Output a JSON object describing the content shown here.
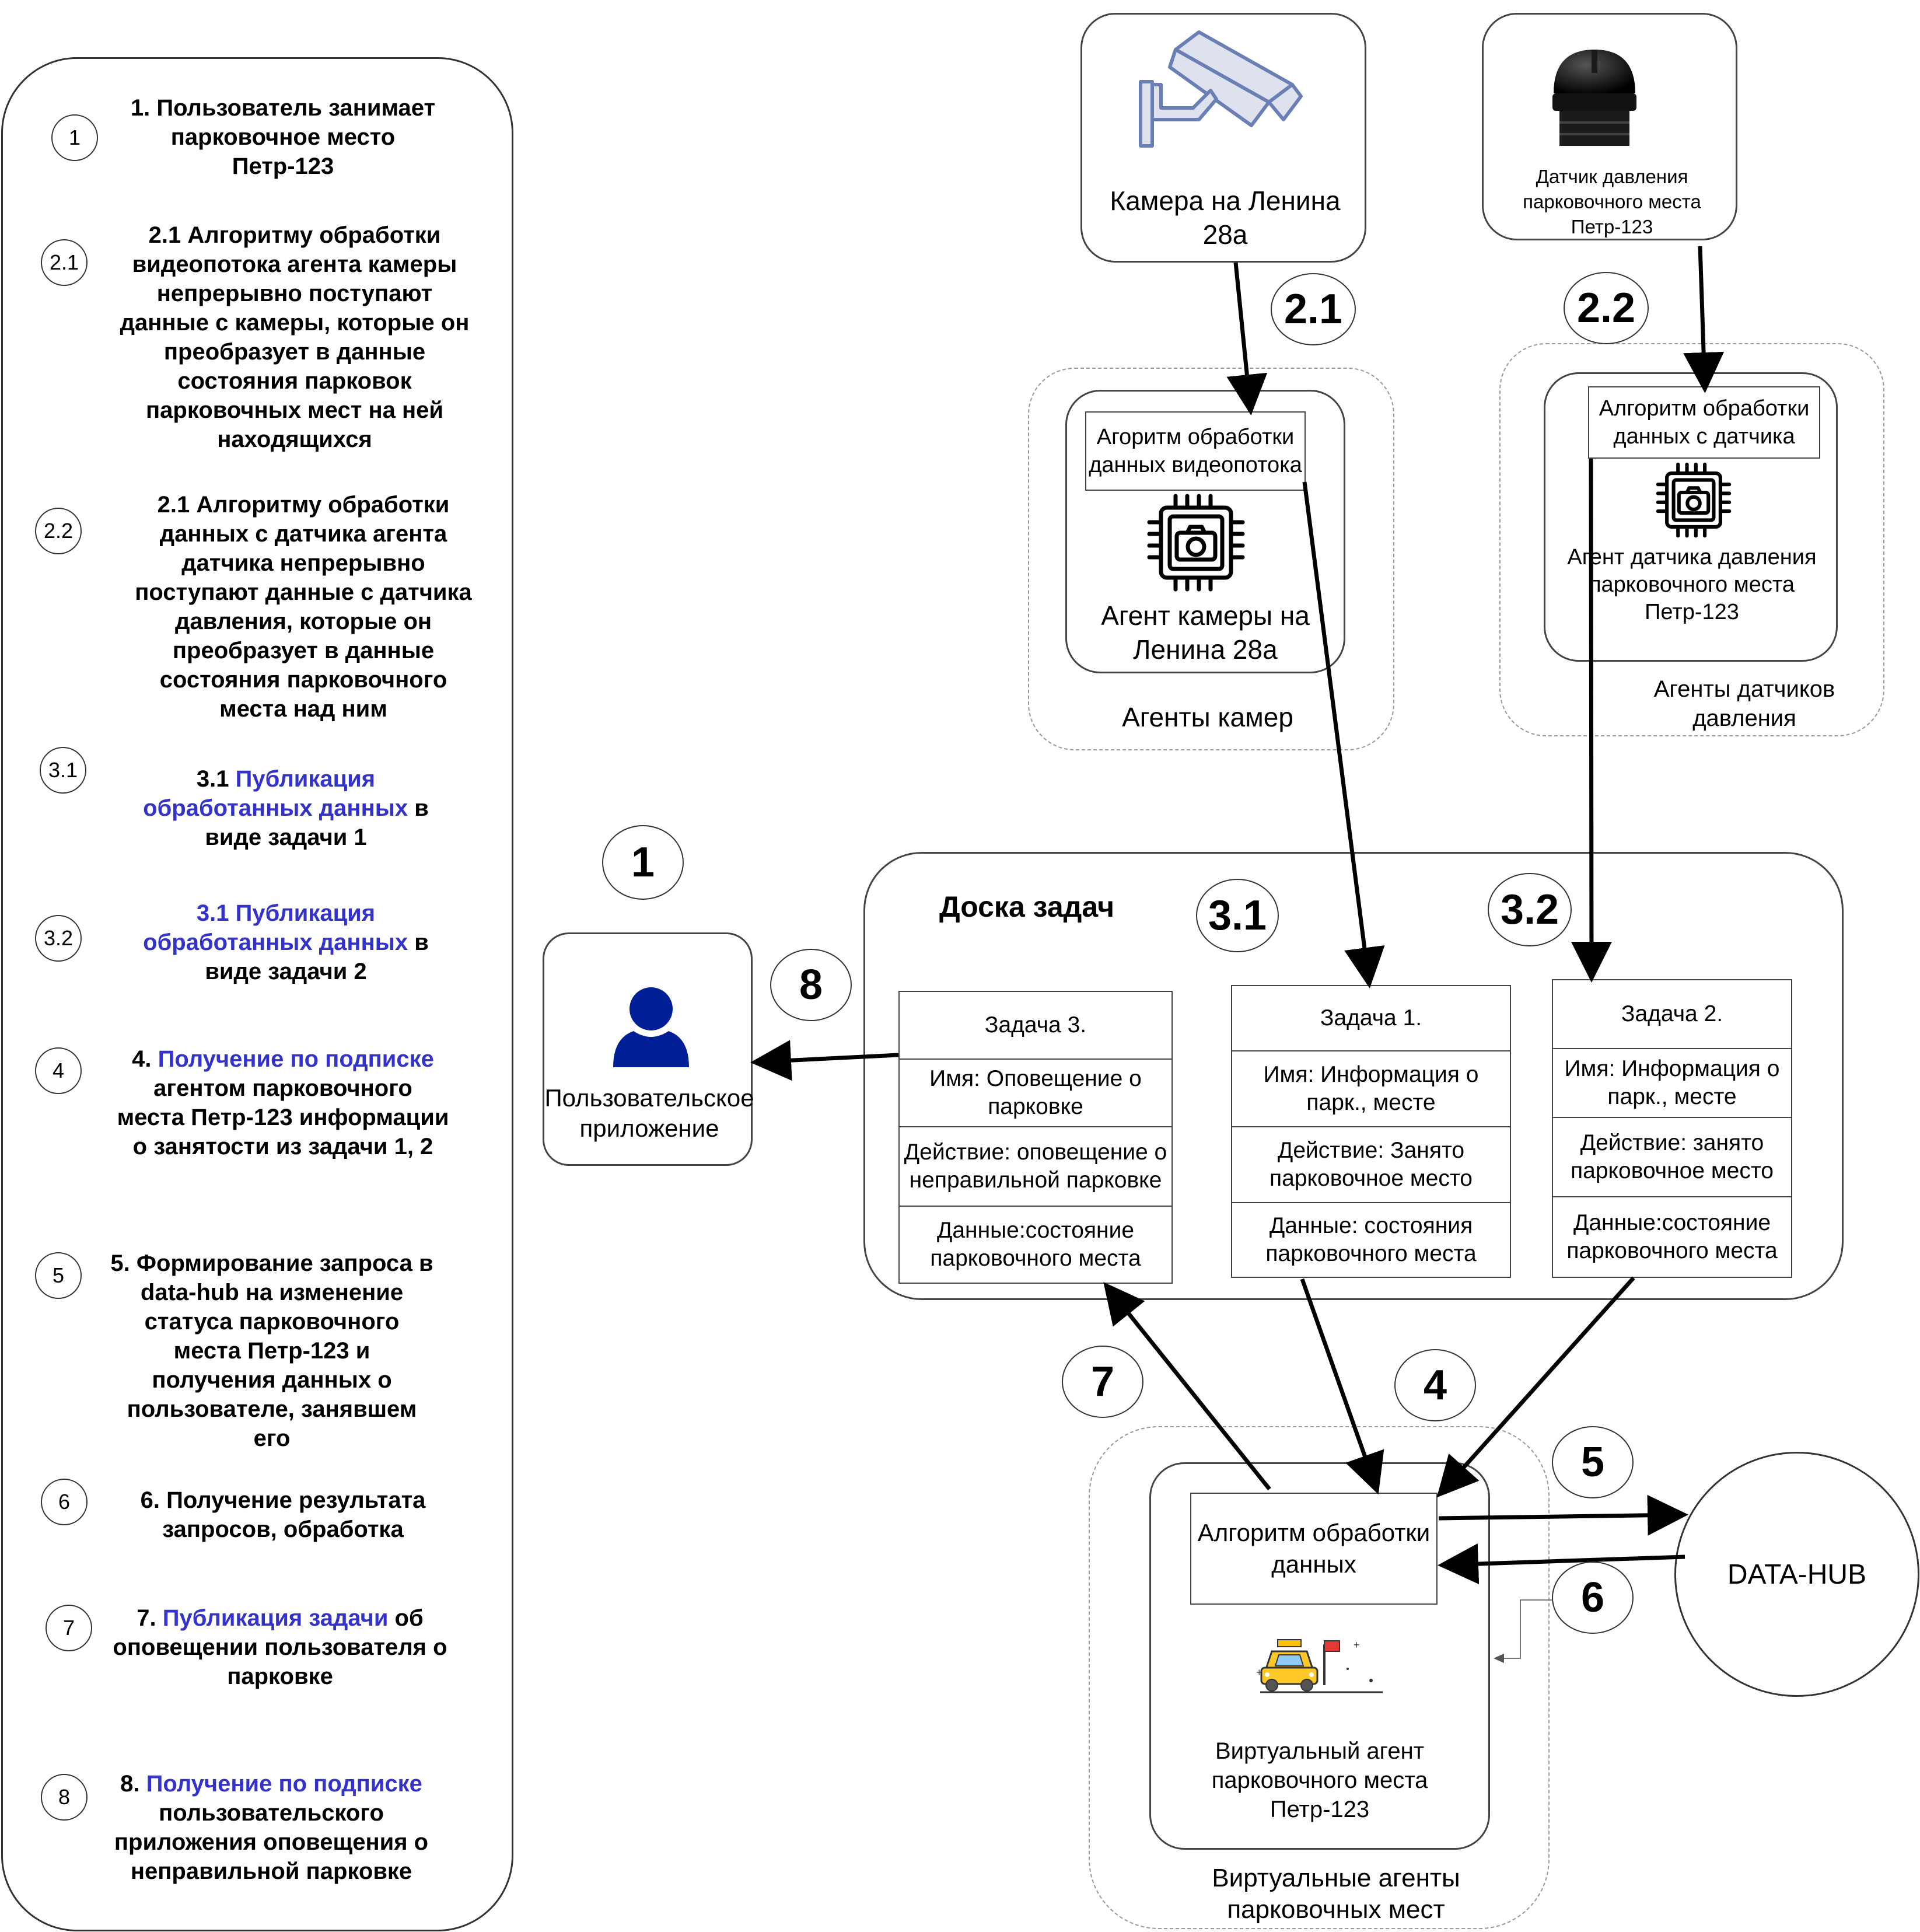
{
  "legend": {
    "items": [
      {
        "num": "1",
        "parts": [
          {
            "t": "1. Пользователь занимает парковочное место Петр-123",
            "b": false
          }
        ]
      },
      {
        "num": "2.1",
        "parts": [
          {
            "t": "2.1 Алгоритму обработки видеопотока агента камеры непрерывно поступают данные с камеры, которые он преобразует в данные состояния парковок парковочных мест на ней находящихся",
            "b": false
          }
        ]
      },
      {
        "num": "2.2",
        "parts": [
          {
            "t": "2.1 Алгоритму обработки данных с датчика агента датчика  непрерывно поступают данные с датчика давления, которые он преобразует в данные состояния парковочного места над ним",
            "b": false
          }
        ]
      },
      {
        "num": "3.1",
        "parts": [
          {
            "t": "3.1 ",
            "b": false
          },
          {
            "t": "Публикация обработанных данных",
            "b": true
          },
          {
            "t": " в виде задачи 1",
            "b": false
          }
        ]
      },
      {
        "num": "3.2",
        "parts": [
          {
            "t": "3.1 Публикация обработанных данных",
            "b": true
          },
          {
            "t": " в виде задачи 2",
            "b": false
          }
        ]
      },
      {
        "num": "4",
        "parts": [
          {
            "t": "4. ",
            "b": false
          },
          {
            "t": "Получение по подписке",
            "b": true
          },
          {
            "t": " агентом парковочного места Петр-123 информации о занятости из задачи 1, 2",
            "b": false
          }
        ]
      },
      {
        "num": "5",
        "parts": [
          {
            "t": "5. Формирование запроса в data-hub на изменение статуса парковочного места Петр-123 и получения данных о пользователе, занявшем его",
            "b": false
          }
        ]
      },
      {
        "num": "6",
        "parts": [
          {
            "t": "6. Получение результата запросов, обработка",
            "b": false
          }
        ]
      },
      {
        "num": "7",
        "parts": [
          {
            "t": "7. ",
            "b": false
          },
          {
            "t": "Публикация задачи",
            "b": true
          },
          {
            "t": " об оповещении пользователя о парковке",
            "b": false
          }
        ]
      },
      {
        "num": "8",
        "parts": [
          {
            "t": "8. ",
            "b": false
          },
          {
            "t": "Получение по подписке",
            "b": true
          },
          {
            "t": " пользовательского приложения оповещения о неправильной парковке",
            "b": false
          }
        ]
      }
    ]
  },
  "camera": {
    "label": "Камера на Ленина 28а",
    "icon": "cctv-camera-icon"
  },
  "sensor": {
    "label": "Датчик давления парковочного места Петр-123",
    "icon": "pressure-sensor-icon"
  },
  "camera_agents": {
    "group_label": "Агенты камер",
    "algo": "Агоритм обработки данных видеопотока",
    "agent": "Агент камеры на Ленина 28а",
    "icon": "camera-chip-icon"
  },
  "sensor_agents": {
    "group_label": "Агенты датчиков давления",
    "algo": "Алгоритм обработки данных с датчика",
    "agent": "Агент датчика давления парковочного места Петр-123",
    "icon": "camera-chip-icon"
  },
  "task_board": {
    "title": "Доска задач",
    "tasks": [
      {
        "title": "Задача 3.",
        "name": "Имя: Оповещение о парковке",
        "action": "Действие: оповещение о неправильной парковке",
        "data": "Данные:состояние парковочного места"
      },
      {
        "title": "Задача 1.",
        "name": "Имя: Информация о парк., месте",
        "action": "Действие: Занято парковочное место",
        "data": "Данные: состояния парковочного места"
      },
      {
        "title": "Задача 2.",
        "name": "Имя: Информация о парк., месте",
        "action": "Действие: занято парковочное место",
        "data": "Данные:состояние парковочного места"
      }
    ]
  },
  "user_app": {
    "label": "Пользовательское приложение",
    "icon": "user-icon"
  },
  "virtual_agents": {
    "group_label": "Виртуальные агенты парковочных мест",
    "algo": "Алгоритм обработки данных",
    "agent": "Виртуальный агент парковочного места Петр-123",
    "icon": "taxi-parking-icon"
  },
  "data_hub": {
    "label": "DATA-HUB"
  },
  "steps": {
    "s1": "1",
    "s21": "2.1",
    "s22": "2.2",
    "s31": "3.1",
    "s32": "3.2",
    "s4": "4",
    "s5": "5",
    "s6": "6",
    "s7": "7",
    "s8": "8"
  },
  "colors": {
    "accent_blue": "#3333cc",
    "icon_navy": "#001e96",
    "stroke": "#000000"
  }
}
